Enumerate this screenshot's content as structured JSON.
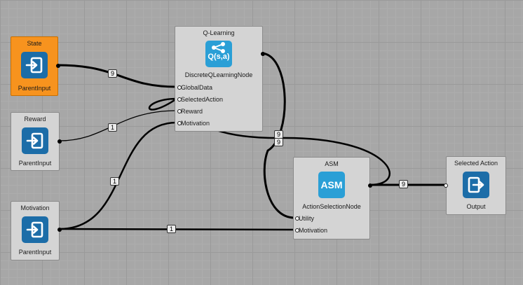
{
  "nodes": {
    "state": {
      "title": "State",
      "type_name": "ParentInput",
      "icon": "input-icon"
    },
    "reward": {
      "title": "Reward",
      "type_name": "ParentInput",
      "icon": "input-icon"
    },
    "motivation": {
      "title": "Motivation",
      "type_name": "ParentInput",
      "icon": "input-icon"
    },
    "qlearning": {
      "title": "Q-Learning",
      "type_name": "DiscreteQLearningNode",
      "icon": "share-icon",
      "icon_text": "Q(s,a)",
      "inputs": [
        "GlobalData",
        "SelectedAction",
        "Reward",
        "Motivation"
      ]
    },
    "asm": {
      "title": "ASM",
      "type_name": "ActionSelectionNode",
      "icon_text": "ASM",
      "inputs": [
        "Utility",
        "Motivation"
      ]
    },
    "selected_action": {
      "title": "Selected Action",
      "type_name": "Output",
      "icon": "output-icon"
    }
  },
  "connections": [
    {
      "from": "State",
      "to": "GlobalData",
      "label": "9"
    },
    {
      "from": "Reward",
      "to": "Reward",
      "label": "1"
    },
    {
      "from": "Motivation",
      "to": "Motivation",
      "label": "1"
    },
    {
      "from": "Motivation",
      "to": "Motivation (ASM)",
      "label": "1"
    },
    {
      "from": "DiscreteQLearningNode",
      "to": "Utility",
      "label": "9"
    },
    {
      "from": "ActionSelectionNode",
      "to": "SelectedAction",
      "label": "9"
    },
    {
      "from": "ActionSelectionNode",
      "to": "Output",
      "label": "9"
    }
  ]
}
